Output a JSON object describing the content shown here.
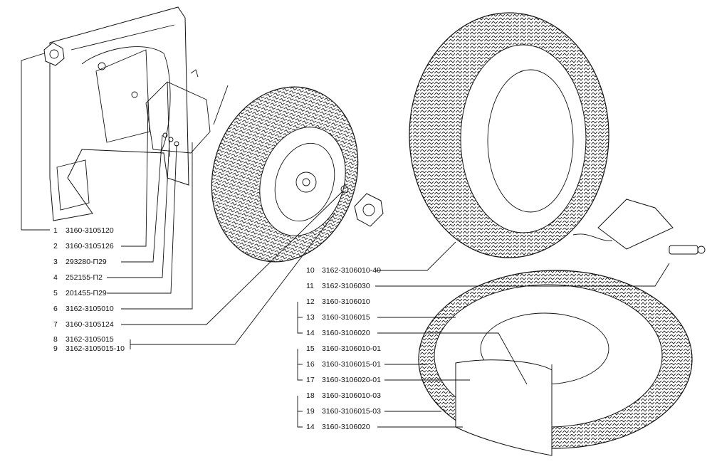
{
  "callouts": [
    {
      "num": "1",
      "part": "3160-3105120"
    },
    {
      "num": "2",
      "part": "3160-3105126"
    },
    {
      "num": "3",
      "part": "293280-П29"
    },
    {
      "num": "4",
      "part": "252155-П2"
    },
    {
      "num": "5",
      "part": "201455-П29"
    },
    {
      "num": "6",
      "part": "3162-3105010"
    },
    {
      "num": "7",
      "part": "3160-3105124"
    },
    {
      "num": "8",
      "part": "3162-3105015"
    },
    {
      "num": "9",
      "part": "3162-3105015-10"
    },
    {
      "num": "10",
      "part": "3162-3106010-40"
    },
    {
      "num": "11",
      "part": "3162-3106030"
    },
    {
      "num": "12",
      "part": "3160-3106010"
    },
    {
      "num": "13",
      "part": "3160-3106015"
    },
    {
      "num": "14",
      "part": "3160-3106020"
    },
    {
      "num": "15",
      "part": "3160-3106010-01"
    },
    {
      "num": "16",
      "part": "3160-3106015-01"
    },
    {
      "num": "17",
      "part": "3160-3106020-01"
    },
    {
      "num": "18",
      "part": "3160-3106010-03"
    },
    {
      "num": "19",
      "part": "3160-3106015-03"
    },
    {
      "num": "14",
      "part": "3160-3106020"
    }
  ],
  "icons": [
    "spare-wheel-bracket-icon",
    "wheel-with-tire-icon",
    "tire-icon",
    "valve-icon",
    "tire-cutaway-icon",
    "wing-nut-icon"
  ]
}
